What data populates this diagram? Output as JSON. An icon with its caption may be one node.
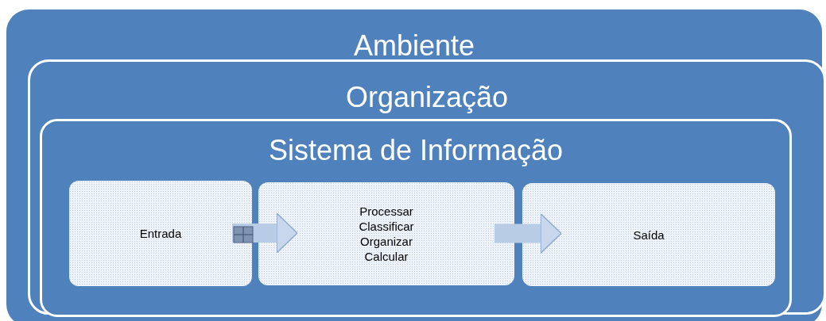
{
  "diagram": {
    "nodes": [
      {
        "text": [
          "Ambiente"
        ]
      },
      {
        "text": [
          "Organização"
        ],
        "in": 0
      },
      {
        "text": [
          "Sistema de Informação"
        ],
        "in": 1
      },
      {
        "text": [
          "Entrada"
        ],
        "in": 2
      },
      {
        "text": [
          "Processar",
          "Classificar",
          "Organizar",
          "Calcular"
        ],
        "in": 2
      },
      {
        "text": [
          "Saída"
        ],
        "in": 2
      }
    ],
    "edges": [
      {
        "from": 3,
        "to": 4,
        "arrow": "to"
      },
      {
        "from": 4,
        "to": 5,
        "arrow": "to"
      }
    ]
  }
}
